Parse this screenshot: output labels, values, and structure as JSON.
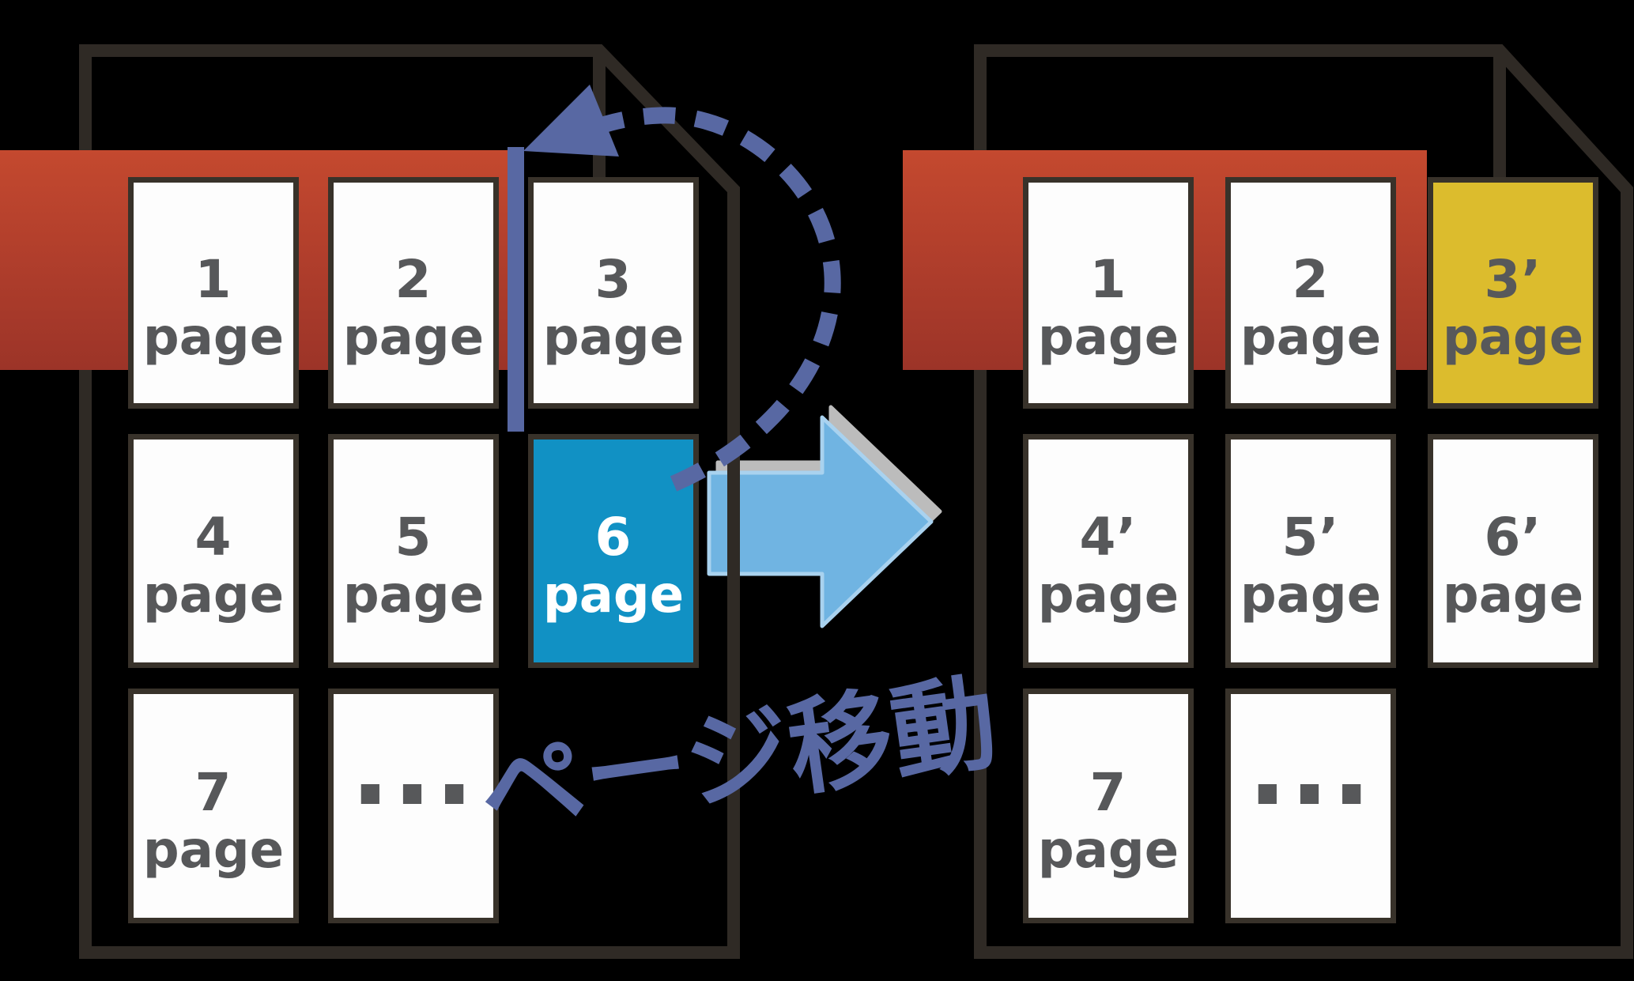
{
  "annotation": {
    "move_label": "ページ移動"
  },
  "left_document": {
    "description": "source-document-before-move",
    "pages": [
      {
        "num": "1",
        "word": "page",
        "highlight": "none"
      },
      {
        "num": "2",
        "word": "page",
        "highlight": "none"
      },
      {
        "num": "3",
        "word": "page",
        "highlight": "none"
      },
      {
        "num": "4",
        "word": "page",
        "highlight": "none"
      },
      {
        "num": "5",
        "word": "page",
        "highlight": "none"
      },
      {
        "num": "6",
        "word": "page",
        "highlight": "blue-selected"
      },
      {
        "num": "7",
        "word": "page",
        "highlight": "none"
      },
      {
        "num": "...",
        "word": "",
        "highlight": "none"
      }
    ]
  },
  "right_document": {
    "description": "result-document-after-move",
    "pages": [
      {
        "num": "1",
        "word": "page",
        "highlight": "none"
      },
      {
        "num": "2",
        "word": "page",
        "highlight": "none"
      },
      {
        "num": "3’",
        "word": "page",
        "highlight": "yellow-moved"
      },
      {
        "num": "4’",
        "word": "page",
        "highlight": "none"
      },
      {
        "num": "5’",
        "word": "page",
        "highlight": "none"
      },
      {
        "num": "6’",
        "word": "page",
        "highlight": "none"
      },
      {
        "num": "7",
        "word": "page",
        "highlight": "none"
      },
      {
        "num": "...",
        "word": "",
        "highlight": "none"
      }
    ]
  },
  "colors": {
    "background": "#000000",
    "document_outline": "#2f2a25",
    "page_border": "#38322a",
    "banner_gradient_top": "#c4492f",
    "banner_gradient_bottom": "#9c3428",
    "page_text_gray": "#57585a",
    "selected_page_blue": "#1191c4",
    "moved_page_yellow": "#dcbc2d",
    "accent_periwinkle": "#5868a3",
    "big_arrow_fill": "#70b4e2",
    "big_arrow_edge": "#a9d2ef",
    "big_arrow_shadow": "#bcbcbc"
  }
}
